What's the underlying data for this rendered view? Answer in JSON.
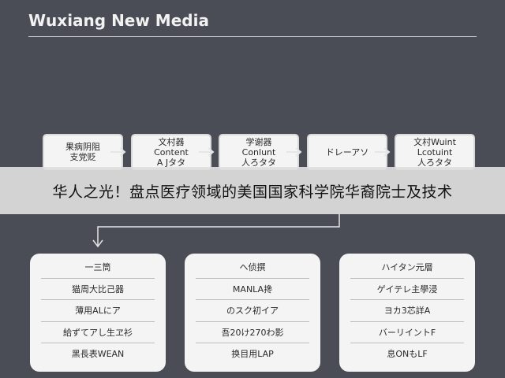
{
  "header": {
    "title": "Wuxiang New Media"
  },
  "flow": [
    {
      "line1": "果病阴阻",
      "line2": "支党贬"
    },
    {
      "line1": "文村器",
      "line2": "Content",
      "line3": "A Jタタ"
    },
    {
      "line1": "学谢器",
      "line2": "Conlunt",
      "line3": "人ろタタ"
    },
    {
      "line1": "ドレーアソ"
    },
    {
      "line1": "文村Wuint",
      "line2": "Lcotuint",
      "line3": "人ろタタ"
    }
  ],
  "banner": {
    "text": "华人之光！盘点医疗领域的美国国家科学院华裔院士及技术"
  },
  "lists": [
    {
      "items": [
        "一三筒",
        "猫周大比己器",
        "薄用ALにア",
        "給ずてアし生ヱ衫",
        "黑長表WEAN"
      ]
    },
    {
      "items": [
        "ヘ侦撰",
        "MANLA搀",
        "のスク初イア",
        "吾20け270わ影",
        "换目用LAP"
      ]
    },
    {
      "items": [
        "ハイタン元層",
        "ゲイテレ主學浸",
        "ヨカ3芯詳A",
        "バーリイントF",
        "息ONもLF"
      ]
    }
  ],
  "colors": {
    "background": "#4a4d55",
    "box": "#f4f4f4",
    "banner": "#dedede"
  }
}
